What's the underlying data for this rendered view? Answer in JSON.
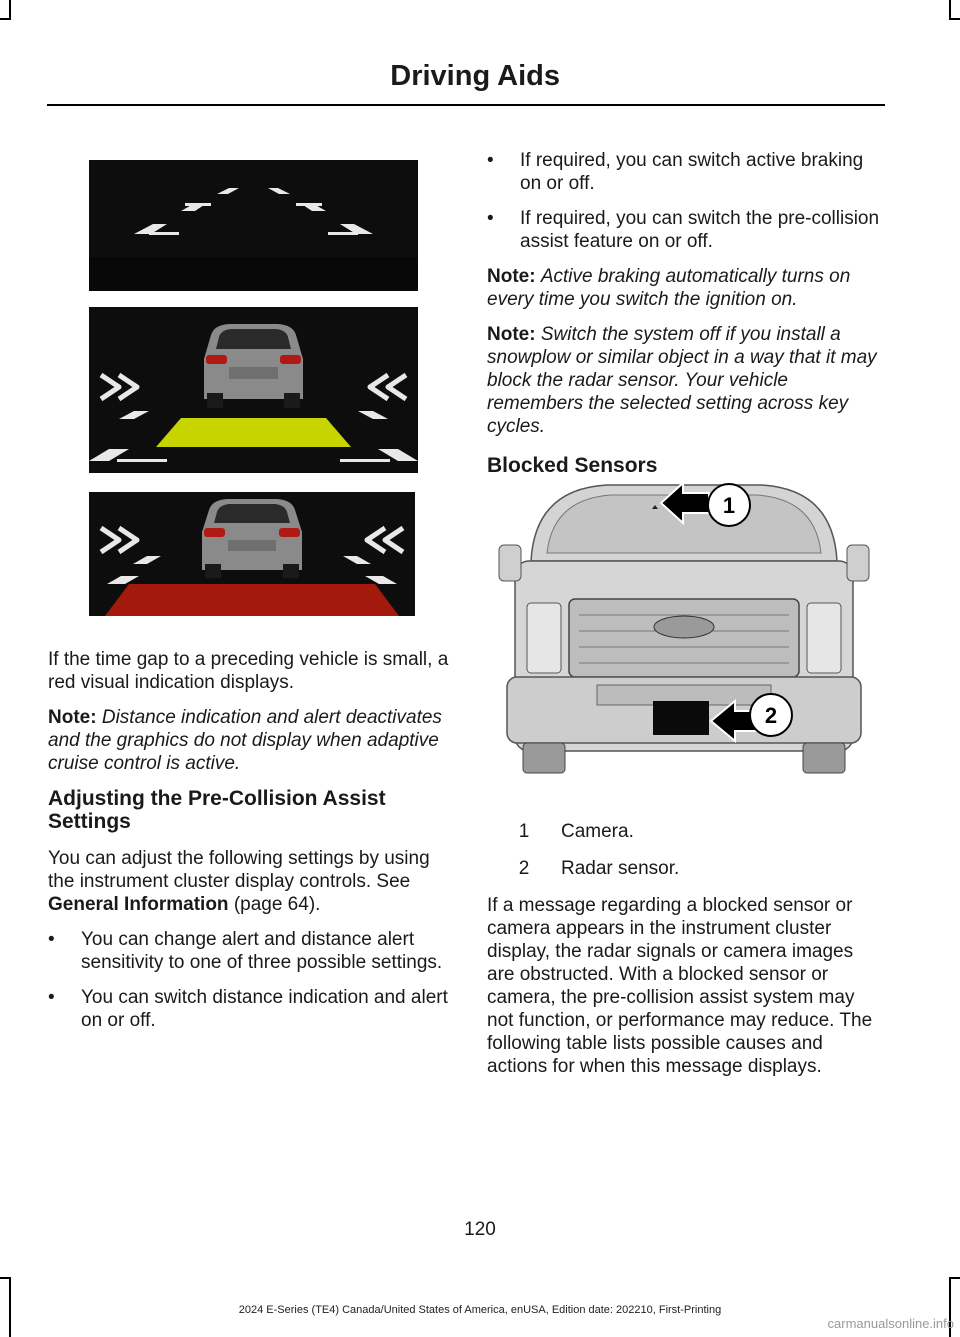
{
  "header": {
    "title": "Driving Aids"
  },
  "left": {
    "para1": "If the time gap to a preceding vehicle is small, a red visual indication displays.",
    "note1": {
      "label": "Note:",
      "text": "Distance indication and alert deactivates and the graphics do not display when adaptive cruise control is active."
    },
    "heading": "Adjusting the Pre-Collision Assist Settings",
    "para2_pre": "You can adjust the following settings by using the instrument cluster display controls.  See",
    "para2_link": "General Information",
    "para2_post": "(page 64).",
    "bullets": [
      "You can change alert and distance alert sensitivity to one of three possible settings.",
      "You can switch distance indication and alert on or off."
    ]
  },
  "right": {
    "bullets": [
      "If required, you can switch active braking on or off.",
      "If required, you can switch the pre-collision assist feature on or off."
    ],
    "note2": {
      "label": "Note:",
      "text": "Active braking automatically turns on every time you switch the ignition on."
    },
    "note3": {
      "label": "Note:",
      "text": "Switch the system off if you install a snowplow or similar object in a way that it may block the radar sensor. Your vehicle remembers the selected setting across key cycles."
    },
    "heading": "Blocked Sensors",
    "callouts": [
      "1",
      "2"
    ],
    "legend": [
      {
        "num": "1",
        "label": "Camera."
      },
      {
        "num": "2",
        "label": "Radar sensor."
      }
    ],
    "para": "If a message regarding a blocked sensor or camera appears in the instrument cluster display, the radar signals or camera images are obstructed. With a blocked sensor or camera, the pre-collision assist system may not function, or performance may reduce. The following table lists possible causes and actions for when this message displays."
  },
  "bullet_char": "•",
  "page_number": "120",
  "footer": "2024 E-Series (TE4) Canada/United States of America, enUSA, Edition date: 202210, First-Printing",
  "watermark": "carmanualsonline.info",
  "colors": {
    "amber_zone": "#c8d400",
    "red_zone": "#a31a0c",
    "figure_bg": "#0d0d0d"
  }
}
